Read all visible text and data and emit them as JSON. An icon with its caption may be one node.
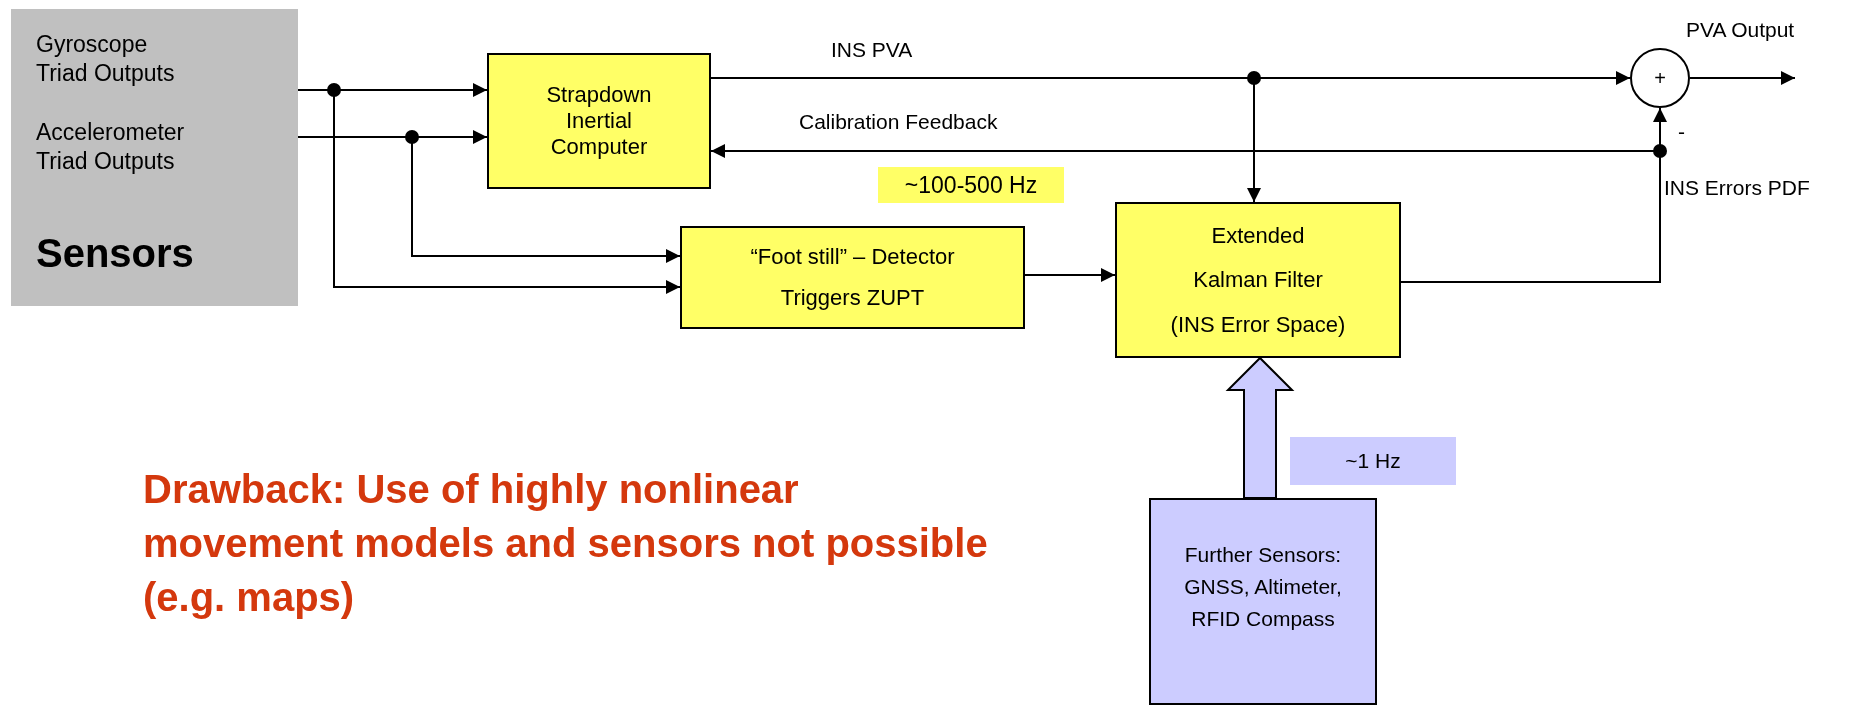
{
  "diagram": {
    "nodes": [
      {
        "text": [
          "Sensors"
        ]
      },
      {
        "text": [
          "Gyroscope Triad Outputs"
        ],
        "in": 0
      },
      {
        "text": [
          "Accelerometer Triad Outputs"
        ],
        "in": 0
      },
      {
        "text": [
          "Strapdown Inertial Computer"
        ]
      },
      {
        "text": [
          "+"
        ]
      },
      {
        "text": [
          "~100-500 Hz"
        ]
      },
      {
        "text": [
          "“Foot still” – Detector",
          "Triggers ZUPT"
        ]
      },
      {
        "text": [
          "Extended",
          "Kalman Filter",
          "(INS Error Space)"
        ]
      },
      {
        "text": [
          "~1 Hz"
        ]
      },
      {
        "text": [
          "Further Sensors: GNSS, Altimeter, RFID Compass"
        ]
      }
    ],
    "edges": [
      {
        "from": 1,
        "to": 3,
        "arrow": "to"
      },
      {
        "from": 1,
        "to": 6,
        "arrow": "to"
      },
      {
        "from": 2,
        "to": 3,
        "arrow": "to"
      },
      {
        "from": 2,
        "to": 6,
        "arrow": "to"
      },
      {
        "from": 3,
        "to": 4,
        "arrow": "to",
        "label": "INS PVA"
      },
      {
        "from": 3,
        "to": 7,
        "arrow": "to"
      },
      {
        "from": 7,
        "to": 4,
        "arrow": "to",
        "label": "INS Errors PDF"
      },
      {
        "from": 7,
        "to": 3,
        "arrow": "to",
        "label": "Calibration Feedback"
      },
      {
        "from": 6,
        "to": 7,
        "arrow": "to"
      },
      {
        "from": 4,
        "to": null,
        "arrow": "to",
        "label": "PVA Output"
      },
      {
        "from": 9,
        "to": 7,
        "arrow": "to",
        "style": "thick",
        "color": "#ccccff"
      }
    ],
    "labels": [
      "-",
      "Drawback: Use of highly nonlinear movement models and sensors not possible (e.g. maps)"
    ]
  }
}
